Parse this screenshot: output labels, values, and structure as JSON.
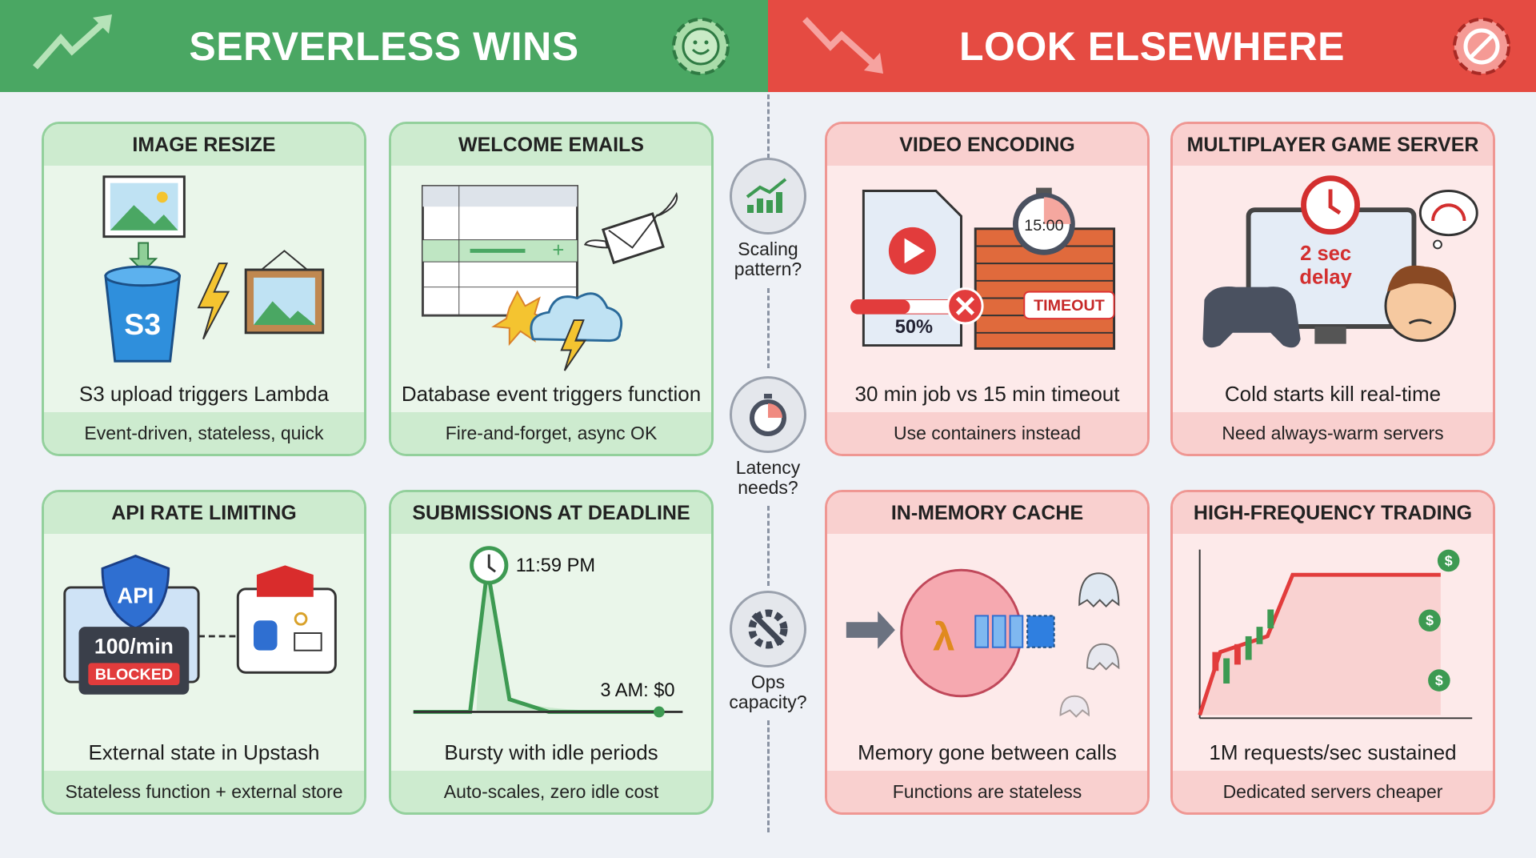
{
  "header": {
    "left_title": "SERVERLESS WINS",
    "right_title": "LOOK ELSEWHERE",
    "left_color": "#4aa763",
    "right_color": "#e54b42"
  },
  "questions": [
    {
      "label1": "Scaling",
      "label2": "pattern?",
      "icon": "bar-chart-icon"
    },
    {
      "label1": "Latency",
      "label2": "needs?",
      "icon": "stopwatch-icon"
    },
    {
      "label1": "Ops",
      "label2": "capacity?",
      "icon": "gear-wrench-icon"
    }
  ],
  "cards": [
    {
      "title": "IMAGE RESIZE",
      "caption": "S3 upload triggers Lambda",
      "footer": "Event-driven, stateless, quick",
      "labels": [
        "S3"
      ]
    },
    {
      "title": "WELCOME EMAILS",
      "caption": "Database event triggers function",
      "footer": "Fire-and-forget, async OK",
      "labels": [
        "+"
      ]
    },
    {
      "title": "VIDEO ENCODING",
      "caption": "30 min job vs 15 min timeout",
      "footer": "Use containers instead",
      "labels": [
        "15:00",
        "TIMEOUT",
        "50%"
      ],
      "progress": 0.5
    },
    {
      "title": "MULTIPLAYER GAME SERVER",
      "caption": "Cold starts kill real-time",
      "footer": "Need always-warm servers",
      "labels": [
        "2 sec",
        "delay"
      ]
    },
    {
      "title": "API RATE LIMITING",
      "caption": "External state in Upstash",
      "footer": "Stateless function + external store",
      "labels": [
        "API",
        "100/min",
        "BLOCKED"
      ]
    },
    {
      "title": "SUBMISSIONS AT DEADLINE",
      "caption": "Bursty with idle periods",
      "footer": "Auto-scales, zero idle cost",
      "labels": [
        "11:59 PM",
        "3 AM: $0"
      ]
    },
    {
      "title": "IN-MEMORY CACHE",
      "caption": "Memory gone between calls",
      "footer": "Functions are stateless",
      "labels": [
        "λ"
      ]
    },
    {
      "title": "HIGH-FREQUENCY TRADING",
      "caption": "1M requests/sec sustained",
      "footer": "Dedicated servers cheaper",
      "labels": [
        "$",
        "$",
        "$"
      ]
    }
  ]
}
